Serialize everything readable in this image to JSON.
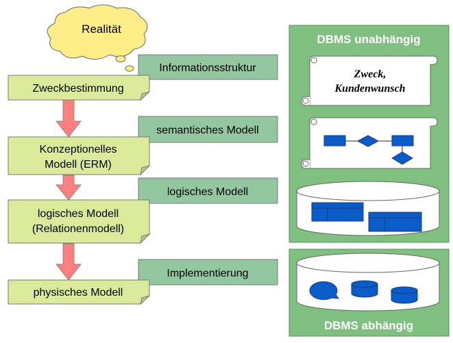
{
  "cloud": {
    "label": "Realität"
  },
  "steps": [
    {
      "lines": [
        "Zweckbestimmung"
      ]
    },
    {
      "lines": [
        "Konzeptionelles",
        "Modell (ERM)"
      ]
    },
    {
      "lines": [
        "logisches Modell",
        "(Relationenmodell)"
      ]
    },
    {
      "lines": [
        "physisches Modell"
      ]
    }
  ],
  "side_labels": [
    "Informationsstruktur",
    "semantisches Modell",
    "logisches Modell",
    "Implementierung"
  ],
  "independent_panel": {
    "title": "DBMS unabhängig",
    "scroll_text": [
      "Zweck,",
      "Kundenwunsch"
    ]
  },
  "dependent_panel": {
    "title": "DBMS abhängig"
  },
  "colors": {
    "step_fill": "#d9ea9a",
    "tag_fill": "#93c7a0",
    "panel_fill": "#7fbf7f",
    "arrow_fill": "#ff7f7f",
    "cloud_fill": "#ffee88",
    "entity_fill": "#0a5cc8"
  }
}
